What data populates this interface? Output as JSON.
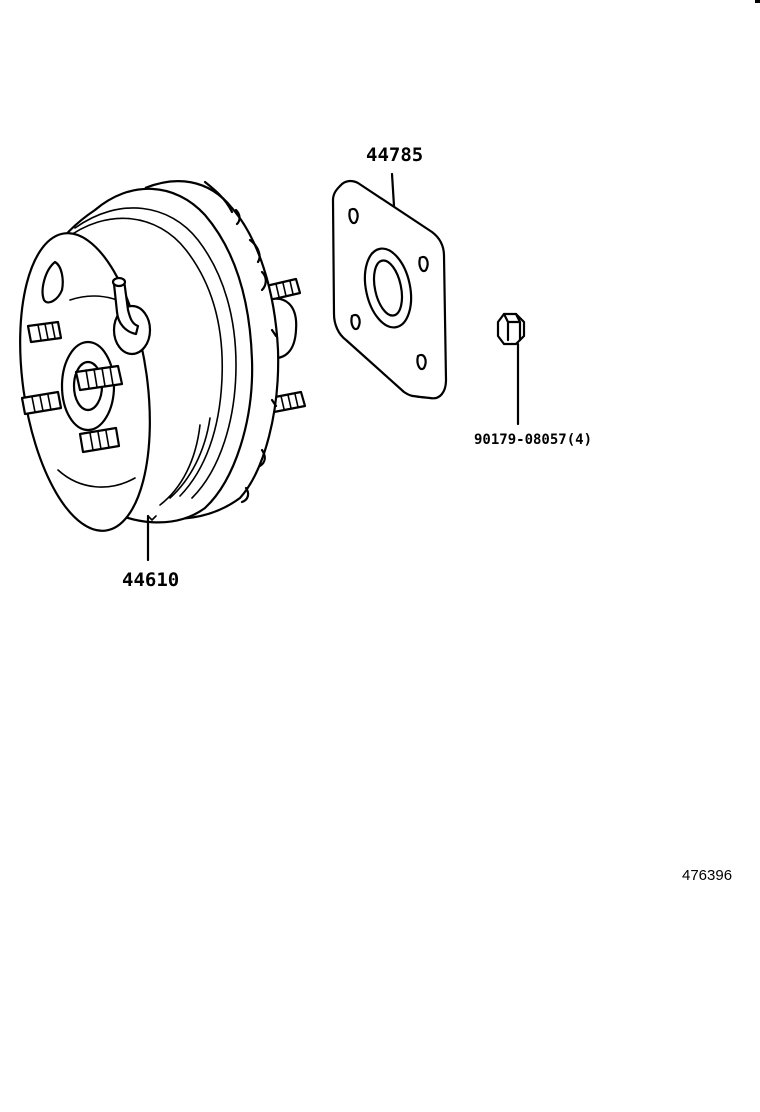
{
  "diagram": {
    "parts": [
      {
        "number": "44785"
      },
      {
        "number": "90179-08057(4)"
      },
      {
        "number": "44610"
      }
    ],
    "reference": "476396"
  }
}
